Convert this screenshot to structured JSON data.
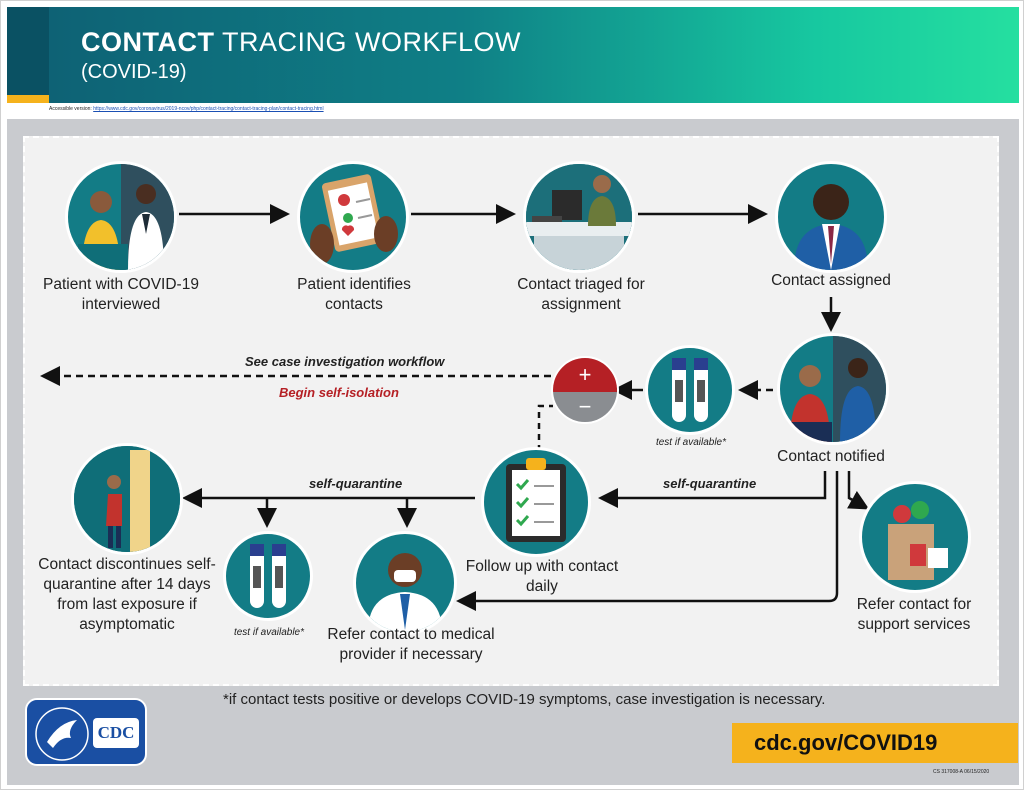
{
  "header": {
    "title_bold": "CONTACT",
    "title_rest": "TRACING WORKFLOW",
    "subtitle": "(COVID-19)"
  },
  "accessible": {
    "label": "Accessible version:",
    "url": "https://www.cdc.gov/coronavirus/2019-ncov/php/contact-tracing/contact-tracing-plan/contact-tracing.html"
  },
  "steps": {
    "interviewed": "Patient with COVID-19 interviewed",
    "identifies": "Patient identifies contacts",
    "triaged": "Contact triaged for assignment",
    "assigned": "Contact assigned",
    "notified": "Contact notified",
    "follow_up": "Follow up with contact daily",
    "discontinue": "Contact discontinues self-quarantine after 14 days from last exposure if asymptomatic",
    "refer_medical": "Refer contact to medical provider if necessary",
    "refer_support": "Refer contact for support services"
  },
  "annotations": {
    "case_investigation": "See case investigation workflow",
    "self_isolation": "Begin self-isolation",
    "self_quarantine_left": "self-quarantine",
    "self_quarantine_right": "self-quarantine",
    "test_if_available_top": "test if available*",
    "test_if_available_bottom": "test if available*",
    "plus": "+",
    "minus": "−"
  },
  "footnote": "*if contact tests positive or develops COVID-19 symptoms, case investigation is necessary.",
  "logo": {
    "cdc": "CDC"
  },
  "url": "cdc.gov/COVID19",
  "doc_code": "CS 317008-A   06/15/2020",
  "colors": {
    "teal": "#137c86",
    "header_dark": "#0a5163",
    "header_light": "#25dfa0",
    "accent_yellow": "#f5b21c",
    "positive_red": "#b52025",
    "cdc_blue": "#1a4fa3"
  }
}
